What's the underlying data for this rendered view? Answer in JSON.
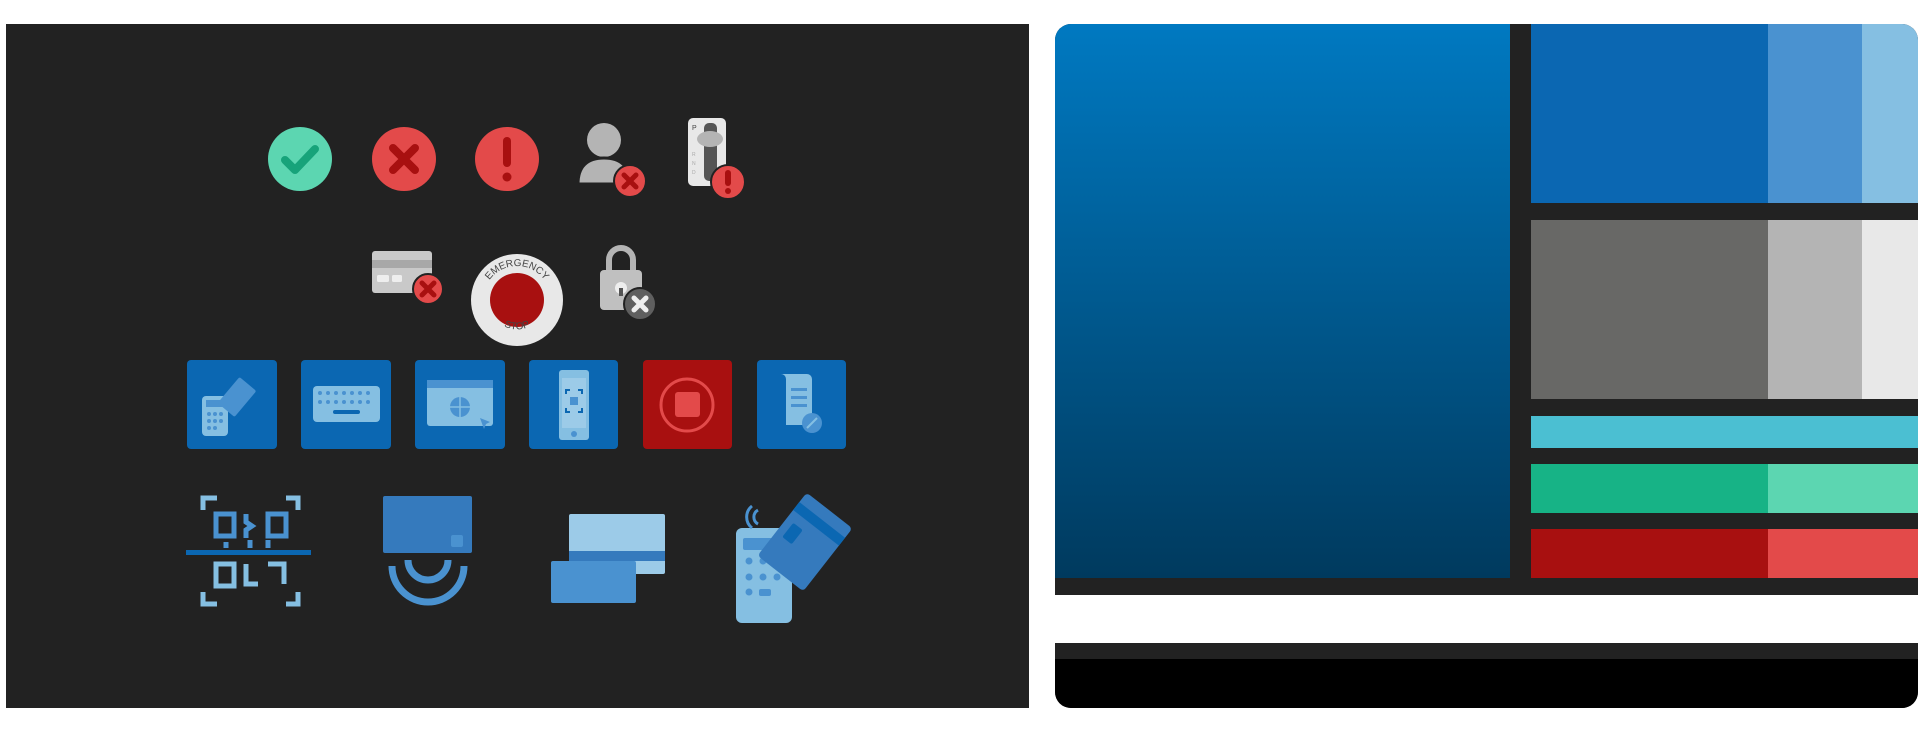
{
  "icons": {
    "emergency_stop": {
      "top_text": "EMERGENCY",
      "bottom_text": "STOP"
    },
    "gear_shift": {
      "letters": [
        "P",
        "R",
        "N",
        "D"
      ]
    },
    "items": [
      "check-circle",
      "error-x-circle",
      "alert-exclamation-circle",
      "user-blocked",
      "gear-shift-alert",
      "card-declined",
      "emergency-stop-button",
      "lock-closed",
      "payment-terminal-tile",
      "keyboard-tile",
      "web-browser-tile",
      "phone-scan-tile",
      "stop-tile",
      "receipt-discount-tile",
      "qr-code-scan",
      "contactless-nfc",
      "stacked-cards",
      "card-terminal-tap"
    ]
  },
  "palette": {
    "gradient": [
      "#0079c1",
      "#003a5e"
    ],
    "blues": [
      "#0b67b2",
      "#4a92d0",
      "#85bfe2"
    ],
    "grays": [
      "#686866",
      "#b4b4b4",
      "#e8e8e8"
    ],
    "cyan": "#4bbfd2",
    "greens": [
      "#17b386",
      "#5cd6b1"
    ],
    "reds": [
      "#a81010",
      "#e34a4a"
    ],
    "background": "#222222",
    "white": "#ffffff",
    "black": "#000000"
  }
}
